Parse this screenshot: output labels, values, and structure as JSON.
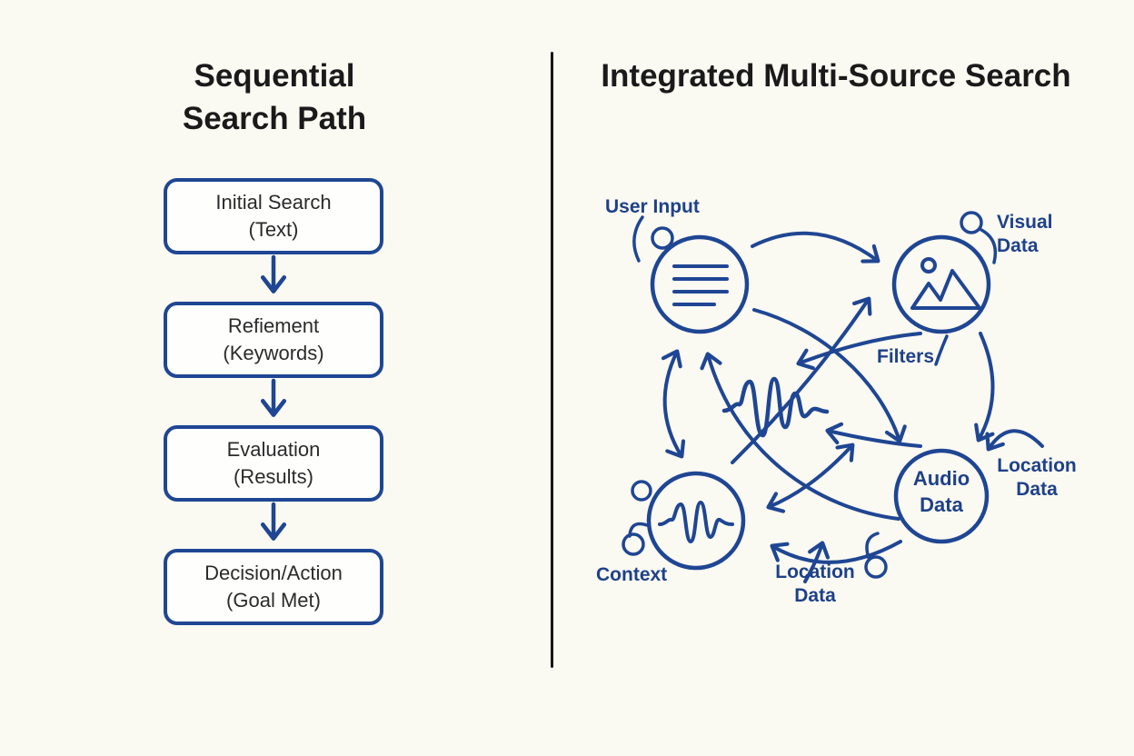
{
  "left_panel": {
    "title": "Sequential Search Path",
    "steps": [
      {
        "line1": "Initial Search",
        "line2": "(Text)"
      },
      {
        "line1": "Refiement",
        "line2": "(Keywords)"
      },
      {
        "line1": "Evaluation",
        "line2": "(Results)"
      },
      {
        "line1": "Decision/Action",
        "line2": "(Goal Met)"
      }
    ]
  },
  "right_panel": {
    "title": "Integrated Multi-Source Search",
    "labels": {
      "user_input": "User Input",
      "visual_data": "Visual Data",
      "filters": "Filters",
      "context": "Context",
      "audio_data": "Audio Data",
      "location_data_right": "Location Data",
      "location_data_bottom": "Location Data"
    },
    "nodes": [
      {
        "id": "user-input",
        "icon": "text-lines-icon",
        "label": "User Input"
      },
      {
        "id": "visual-data",
        "icon": "image-icon",
        "label": "Visual Data"
      },
      {
        "id": "context",
        "icon": "waveform-icon",
        "label": "Context"
      },
      {
        "id": "audio-data",
        "icon": "text-node",
        "label": "Audio Data"
      }
    ]
  },
  "colors": {
    "background": "#faf9f2",
    "diagram_blue": "#1f4693",
    "label_navy": "#1e4188",
    "title_text": "#1a1a1a",
    "divider": "#161616",
    "box_fill": "#fefefd"
  }
}
